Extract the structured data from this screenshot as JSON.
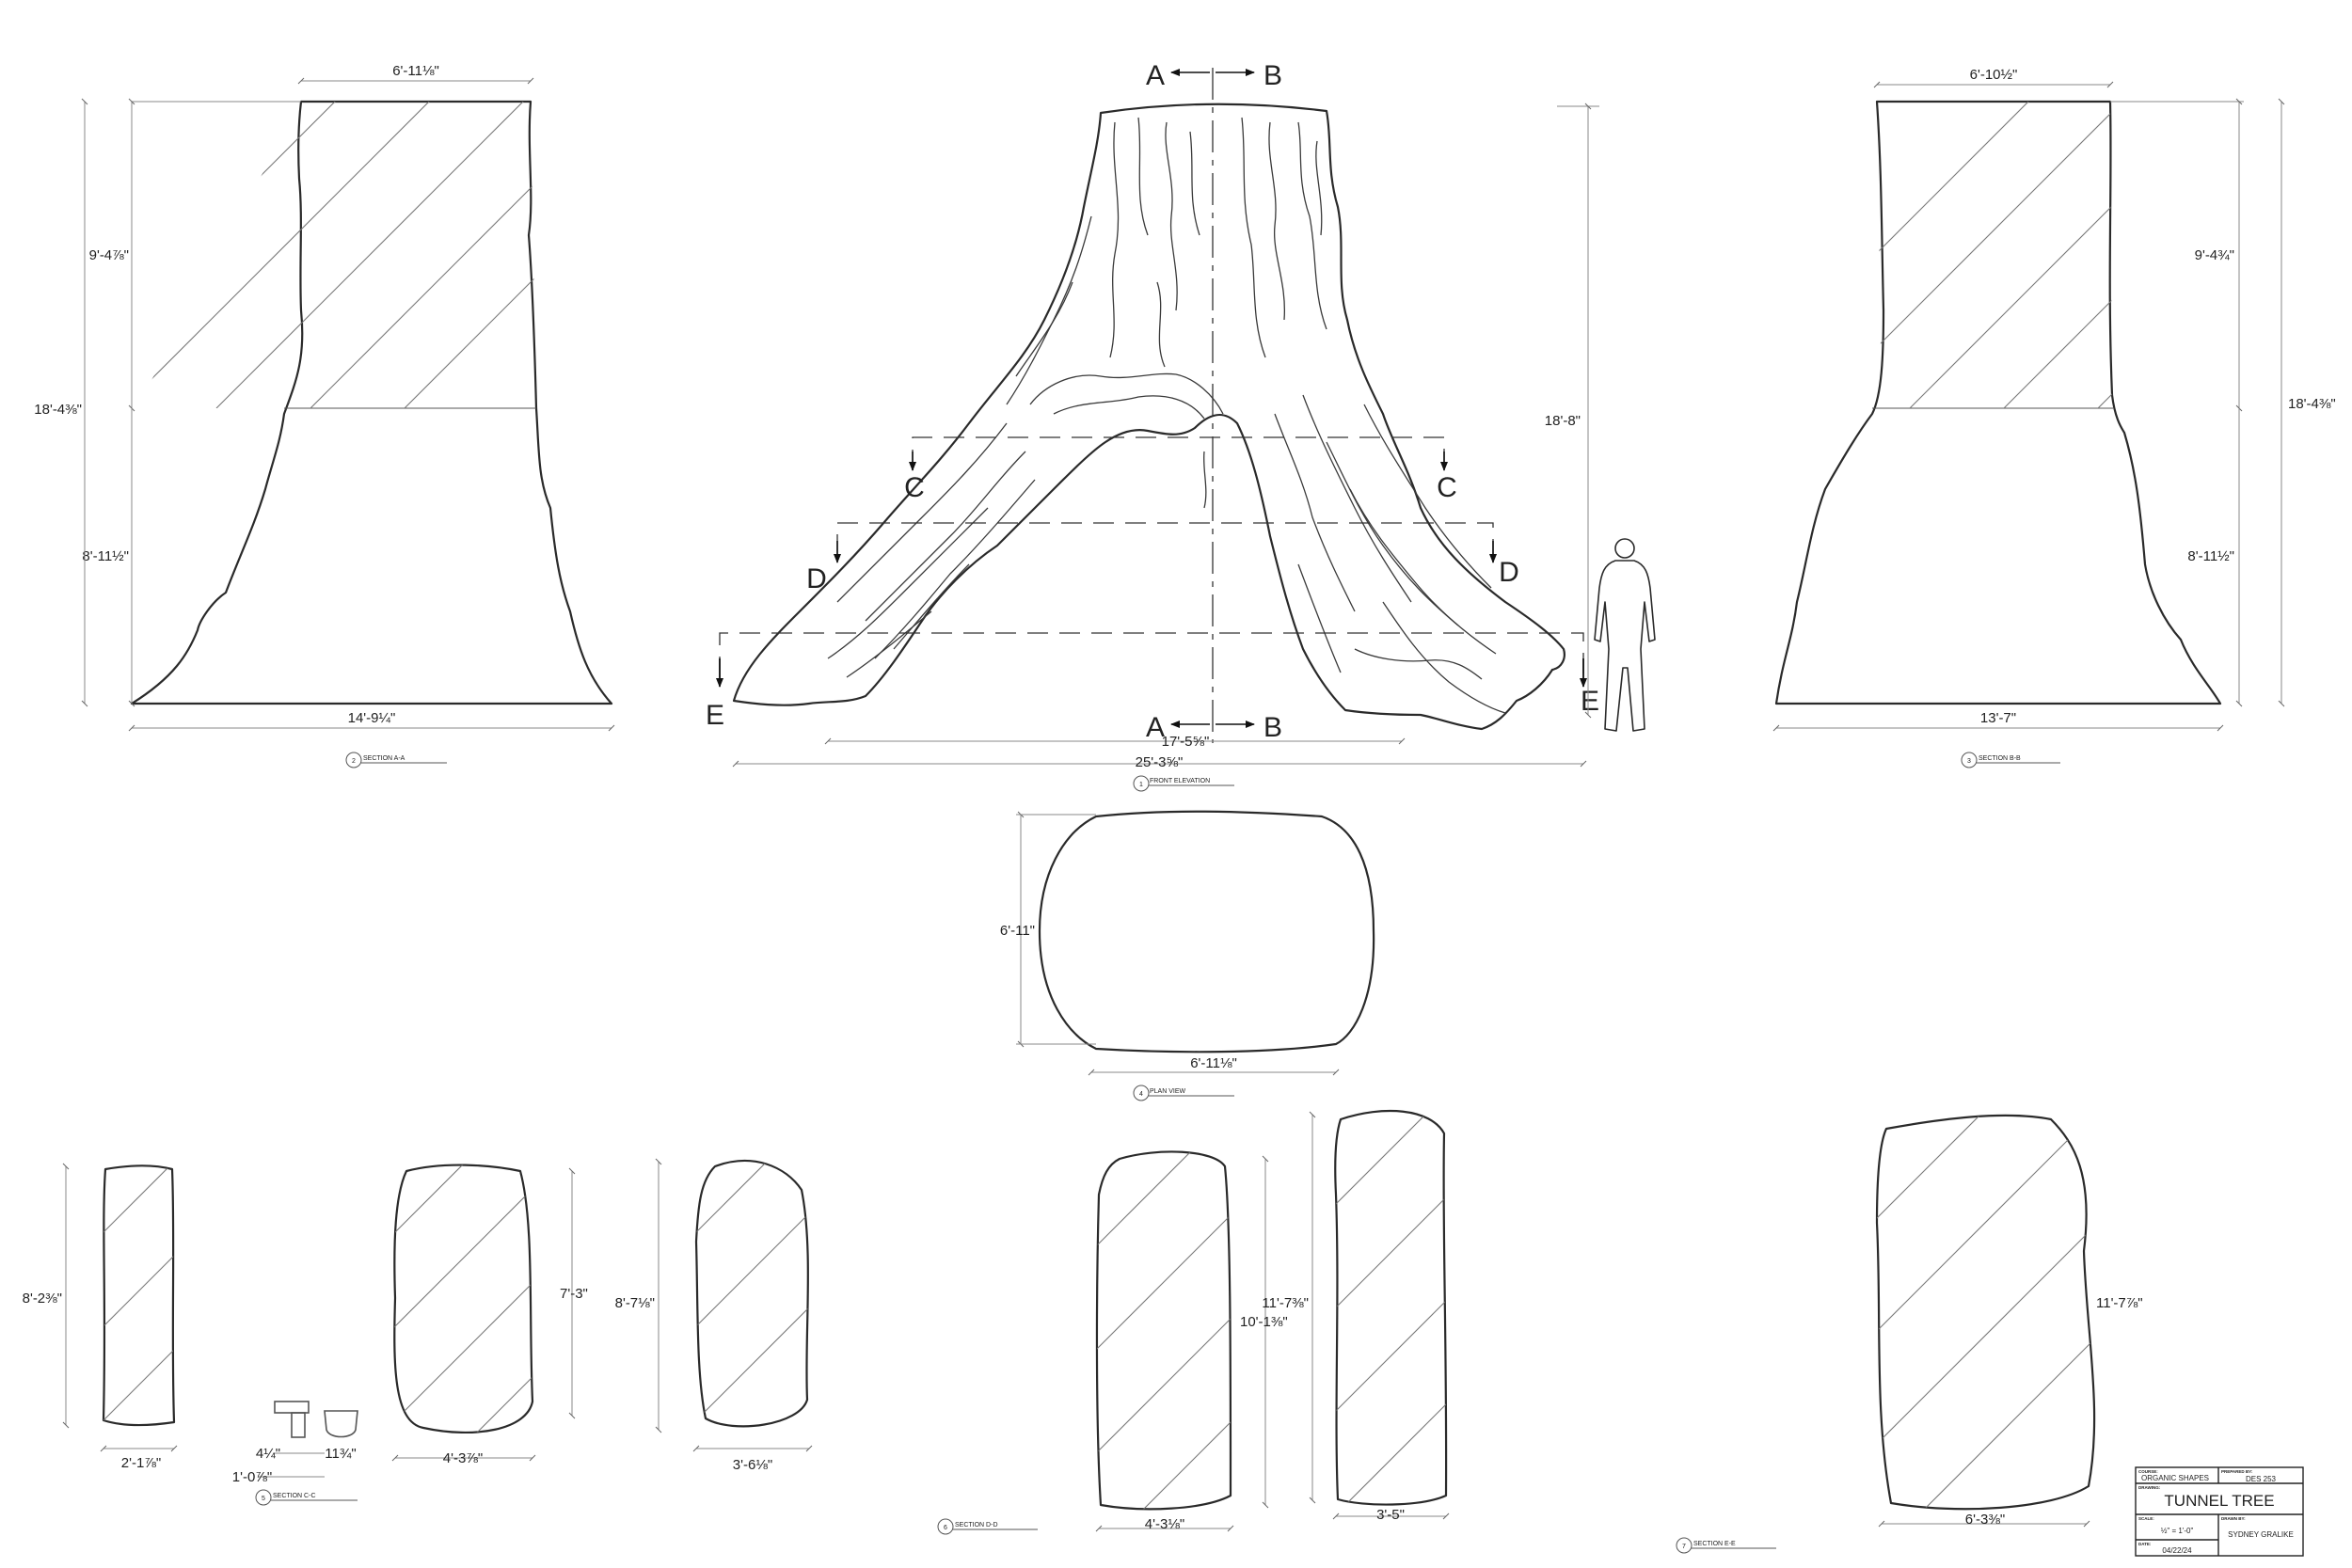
{
  "views": {
    "front_elevation": {
      "number": "1",
      "title": "FRONT ELEVATION",
      "dims": {
        "height": "18'-8\"",
        "top_span": "17'-5⅝\"",
        "overall_width": "25'-3⅝\""
      },
      "section_marks": {
        "a": "A",
        "b": "B",
        "c": "C",
        "d": "D",
        "e": "E"
      }
    },
    "section_aa": {
      "number": "2",
      "title": "SECTION A-A",
      "dims": {
        "top_width": "6'-11⅛\"",
        "upper_height": "9'-4⅞\"",
        "total_height": "18'-4⅜\"",
        "lower_height": "8'-11½\"",
        "base_width": "14'-9¼\""
      }
    },
    "section_bb": {
      "number": "3",
      "title": "SECTION B-B",
      "dims": {
        "top_width": "6'-10½\"",
        "upper_height": "9'-4¾\"",
        "total_height": "18'-4⅜\"",
        "lower_height": "8'-11½\"",
        "base_width": "13'-7\""
      }
    },
    "plan_view": {
      "number": "4",
      "title": "PLAN VIEW",
      "dims": {
        "depth": "6'-11\"",
        "width": "6'-11⅛\""
      }
    },
    "section_cc": {
      "number": "5",
      "title": "SECTION C-C",
      "dims": {
        "s1_height": "8'-2⅜\"",
        "s1_width": "2'-1⅞\"",
        "s2_height": "7'-3\"",
        "s2_width": "4'-3⅞\"",
        "small1": "4¼\"",
        "small2": "11¾\"",
        "small3": "1'-0⅞\""
      }
    },
    "section_dd": {
      "number": "6",
      "title": "SECTION D-D",
      "dims": {
        "s1_height": "8'-7⅛\"",
        "s1_width": "3'-6⅛\"",
        "s2_height": "10'-1⅜\"",
        "s2_width": "4'-3⅛\""
      }
    },
    "section_ee": {
      "number": "7",
      "title": "SECTION E-E",
      "dims": {
        "s1_height": "11'-7⅜\"",
        "s1_width": "3'-5\"",
        "s2_height": "11'-7⅞\"",
        "s2_width": "6'-3⅜\""
      }
    }
  },
  "title_block": {
    "labels": {
      "project": "COURSE:",
      "drawing": "DRAWING:",
      "scale": "SCALE:",
      "date": "DATE:",
      "prepared": "PREPARED BY:",
      "drawn": "DRAWN BY:"
    },
    "project": "ORGANIC SHAPES",
    "prepared_for": "DES 253",
    "drawing_title": "TUNNEL TREE",
    "scale": "½\" = 1'-0\"",
    "date": "04/22/24",
    "drawn_by": "SYDNEY GRALIKE"
  }
}
